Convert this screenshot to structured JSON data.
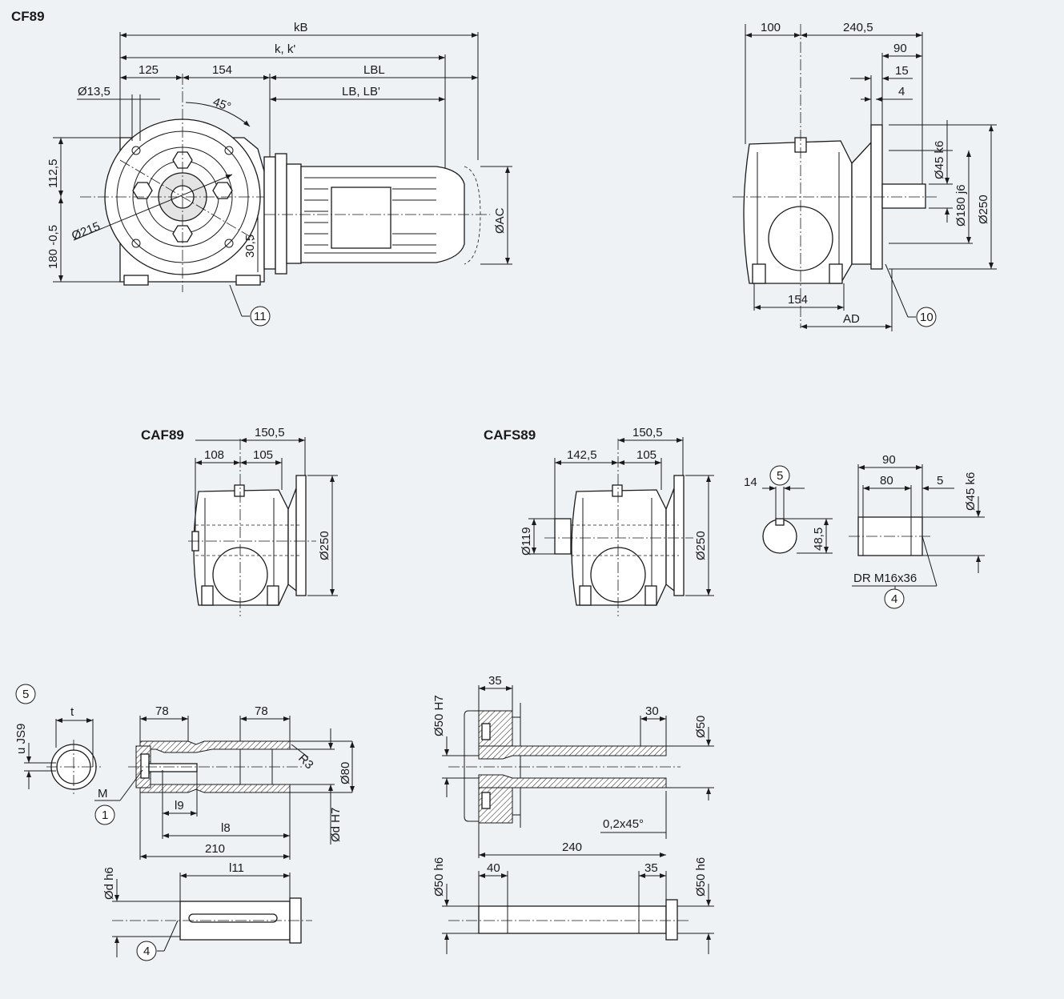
{
  "titles": {
    "cf89": "CF89",
    "caf89": "CAF89",
    "cafs89": "CAFS89"
  },
  "cf89_front": {
    "kB": "kB",
    "k": "k, k'",
    "d125": "125",
    "d154": "154",
    "lbl": "LBL",
    "lb": "LB, LB'",
    "d13_5": "Ø13,5",
    "angle": "45°",
    "d112_5": "112,5",
    "d180": "180 -0,5",
    "d215": "Ø215",
    "d30_5": "30,5",
    "dAC": "ØAC",
    "ref11": "11"
  },
  "cf89_side": {
    "d100": "100",
    "d240_5": "240,5",
    "d90": "90",
    "d15": "15",
    "d4": "4",
    "d45k6": "Ø45 k6",
    "d180j6": "Ø180 j6",
    "d250": "Ø250",
    "d154": "154",
    "ad": "AD",
    "ref10": "10"
  },
  "caf89": {
    "d150_5": "150,5",
    "d108": "108",
    "d105": "105",
    "d250": "Ø250"
  },
  "cafs89": {
    "d150_5": "150,5",
    "d142_5": "142,5",
    "d105": "105",
    "d119": "Ø119",
    "d250": "Ø250"
  },
  "key_detail": {
    "d14": "14",
    "ref5": "5",
    "d48_5": "48,5"
  },
  "shaft_end": {
    "d90": "90",
    "d80": "80",
    "d5": "5",
    "d45k6": "Ø45 k6",
    "dr": "DR M16x36",
    "ref4": "4"
  },
  "hollow_shaft": {
    "ref5": "5",
    "t": "t",
    "u": "u JS9",
    "d78a": "78",
    "d78b": "78",
    "r3": "R3",
    "d80": "Ø80",
    "m": "M",
    "ref1": "1",
    "l9": "l9",
    "l8": "l8",
    "d210": "210",
    "dH7": "Ød H7"
  },
  "solid_shaft": {
    "dh6": "Ød h6",
    "l11": "l11",
    "ref4": "4"
  },
  "bushing": {
    "d35": "35",
    "d50H7": "Ø50 H7",
    "d30": "30",
    "d50": "Ø50",
    "chamfer": "0,2x45°",
    "d240": "240"
  },
  "pin": {
    "d50h6a": "Ø50 h6",
    "d40": "40",
    "d35": "35",
    "d50h6b": "Ø50 h6"
  }
}
